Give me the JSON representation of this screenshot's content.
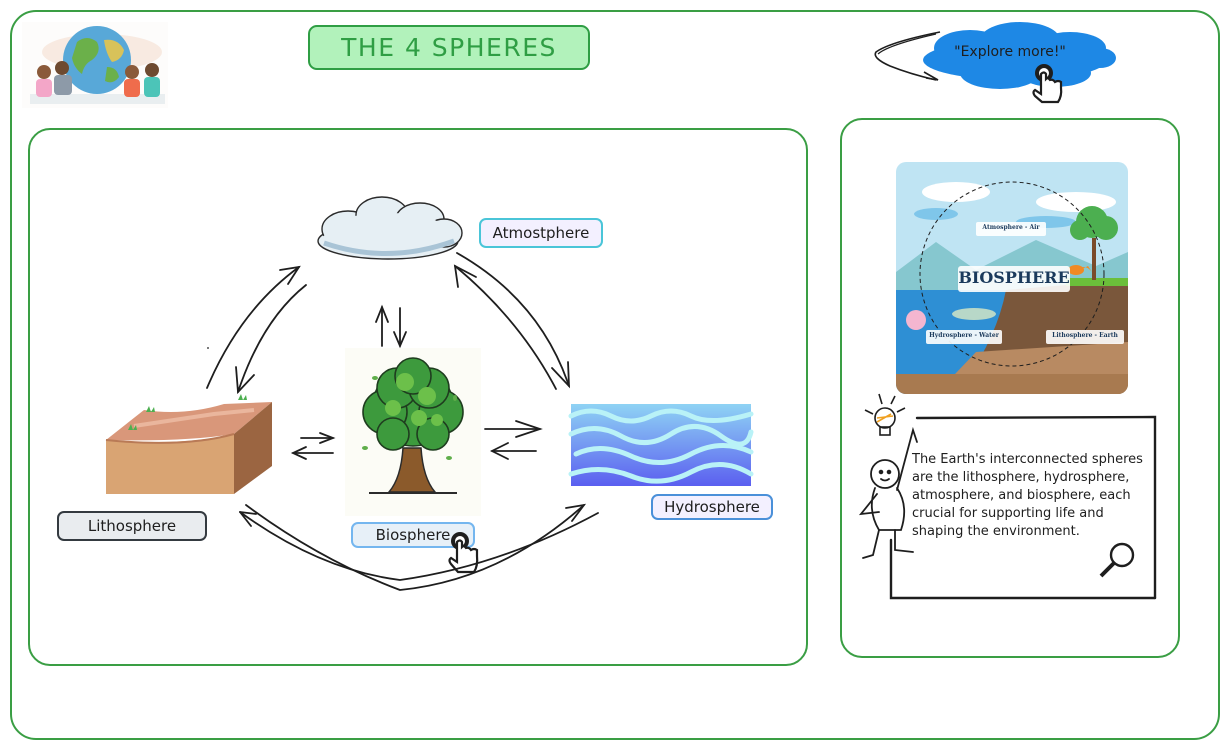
{
  "title": "THE 4 SPHERES",
  "explore_button": {
    "label": "\"Explore more!\"",
    "color": "#1e88e5"
  },
  "spheres": {
    "atmosphere": {
      "label": "Atmostphere"
    },
    "lithosphere": {
      "label": "Lithosphere"
    },
    "biosphere": {
      "label": "Biosphere"
    },
    "hydrosphere": {
      "label": "Hydrosphere"
    }
  },
  "biosphere_illustration": {
    "title": "BIOSPHERE",
    "tags": [
      "Atmosphere - Air",
      "Hydrosphere - Water",
      "Lithosphere - Earth"
    ]
  },
  "info_box": {
    "text": "The Earth's interconnected spheres are the lithosphere, hydrosphere, atmosphere, and biosphere, each crucial for supporting life and shaping the environment."
  },
  "colors": {
    "frame": "#3a9e44",
    "title_bg": "#b2f2bb",
    "title_text": "#2f9e44"
  }
}
